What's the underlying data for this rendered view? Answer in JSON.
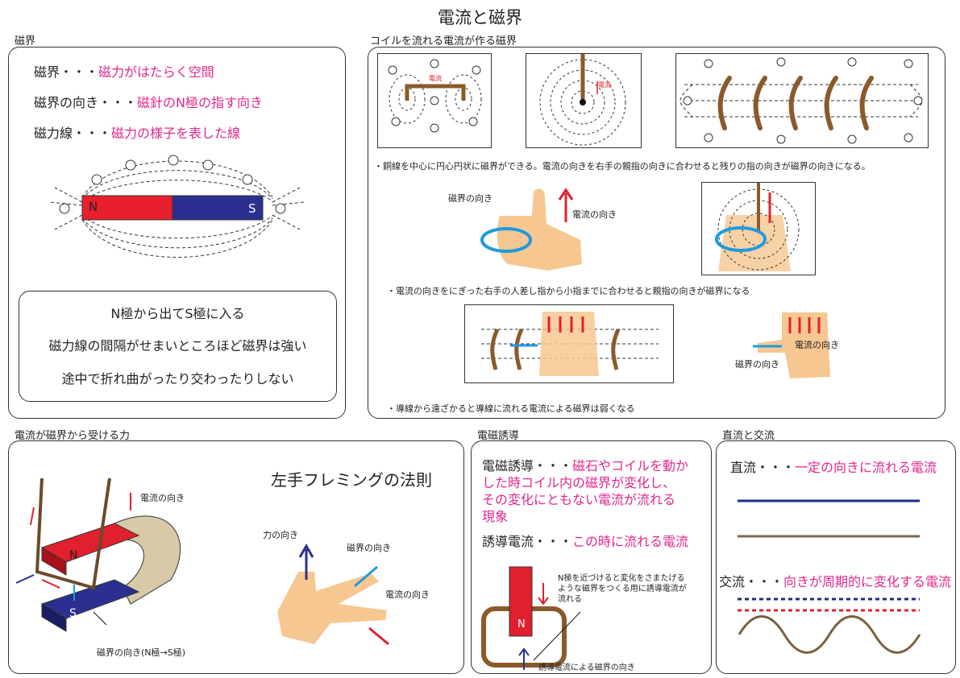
{
  "page_title": "電流と磁界",
  "magnetic_field": {
    "label": "磁界",
    "defs": [
      {
        "term": "磁界・・・",
        "desc": "磁力がはたらく空間"
      },
      {
        "term": "磁界の向き・・・",
        "desc": "磁針のN極の指す向き"
      },
      {
        "term": "磁力線・・・",
        "desc": "磁力の様子を表した線"
      }
    ],
    "magnet_n": "N",
    "magnet_s": "S",
    "notes": [
      "N極から出てS極に入る",
      "磁力線の間隔がせまいところほど磁界は強い",
      "途中で折れ曲がったり交わったりしない"
    ]
  },
  "coil": {
    "label": "コイルを流れる電流が作る磁界",
    "current_small": "電流",
    "note1": "・銅線を中心に円心円状に磁界ができる。電流の向きを右手の親指の向きに合わせると残りの指の向きが磁界の向きになる。",
    "field_dir": "磁界の向き",
    "current_dir": "電流の向き",
    "note2": "・電流の向きをにぎった右手の人差し指から小指までに合わせると親指の向きが磁界になる",
    "current_dir2": "電流の向き",
    "field_dir2": "磁界の向き",
    "note3": "・導線から遠ざかると導線に流れる電流による磁界は弱くなる"
  },
  "force": {
    "label": "電流が磁界から受ける力",
    "current_dir": "電流の向き",
    "magnet_n": "N",
    "magnet_s": "S",
    "field_dir": "磁界の向き(N極→S極)",
    "rule_title": "左手フレミングの法則",
    "force_dir": "力の向き",
    "field_dir2": "磁界の向き",
    "current_dir2": "電流の向き"
  },
  "induction": {
    "label": "電磁誘導",
    "term1": "電磁誘導・・・",
    "desc1": [
      "磁石やコイルを動か",
      "した時コイル内の磁界が変化し、",
      "その変化にともない電流が流れる",
      "現象"
    ],
    "term2": "誘導電流・・・",
    "desc2": "この時に流れる電流",
    "magnet_n": "N",
    "note": [
      "N極を近づけると変化をさまたげる",
      "ような磁界をつくる用に誘導電流が",
      "流れる"
    ],
    "field_label": "誘導電流による磁界の向き"
  },
  "dcac": {
    "label": "直流と交流",
    "dc_term": "直流・・・",
    "dc_desc": "一定の向きに流れる電流",
    "ac_term": "交流・・・",
    "ac_desc": "向きが周期的に変化する電流",
    "colors": {
      "navy": "#1f2a8a",
      "brown": "#7a6a50",
      "red": "#e0202e",
      "wave": "#7a6040"
    }
  }
}
